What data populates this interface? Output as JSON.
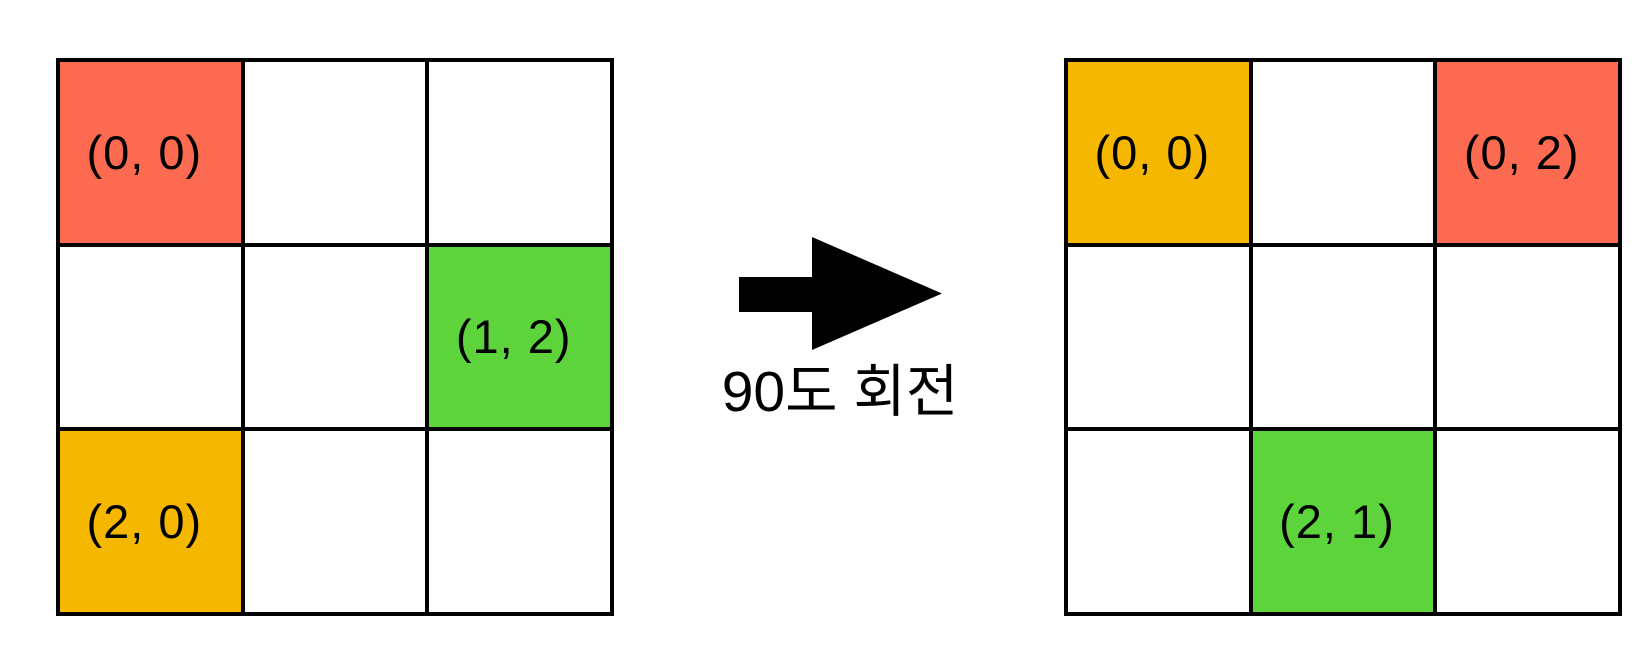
{
  "colors": {
    "red": "#FC6A52",
    "orange": "#F5B700",
    "green": "#5DD43C",
    "grid_line": "#000000",
    "background": "#FFFFFF",
    "text": "#000000"
  },
  "arrow": {
    "caption": "90도 회전"
  },
  "left_grid": {
    "rows": 3,
    "cols": 3,
    "cells": [
      {
        "row": 0,
        "col": 0,
        "color": "red",
        "label": "(0, 0)"
      },
      {
        "row": 1,
        "col": 2,
        "color": "green",
        "label": "(1, 2)"
      },
      {
        "row": 2,
        "col": 0,
        "color": "orange",
        "label": "(2, 0)"
      }
    ]
  },
  "right_grid": {
    "rows": 3,
    "cols": 3,
    "cells": [
      {
        "row": 0,
        "col": 0,
        "color": "orange",
        "label": "(0, 0)"
      },
      {
        "row": 0,
        "col": 2,
        "color": "red",
        "label": "(0, 2)"
      },
      {
        "row": 2,
        "col": 1,
        "color": "green",
        "label": "(2, 1)"
      }
    ]
  }
}
